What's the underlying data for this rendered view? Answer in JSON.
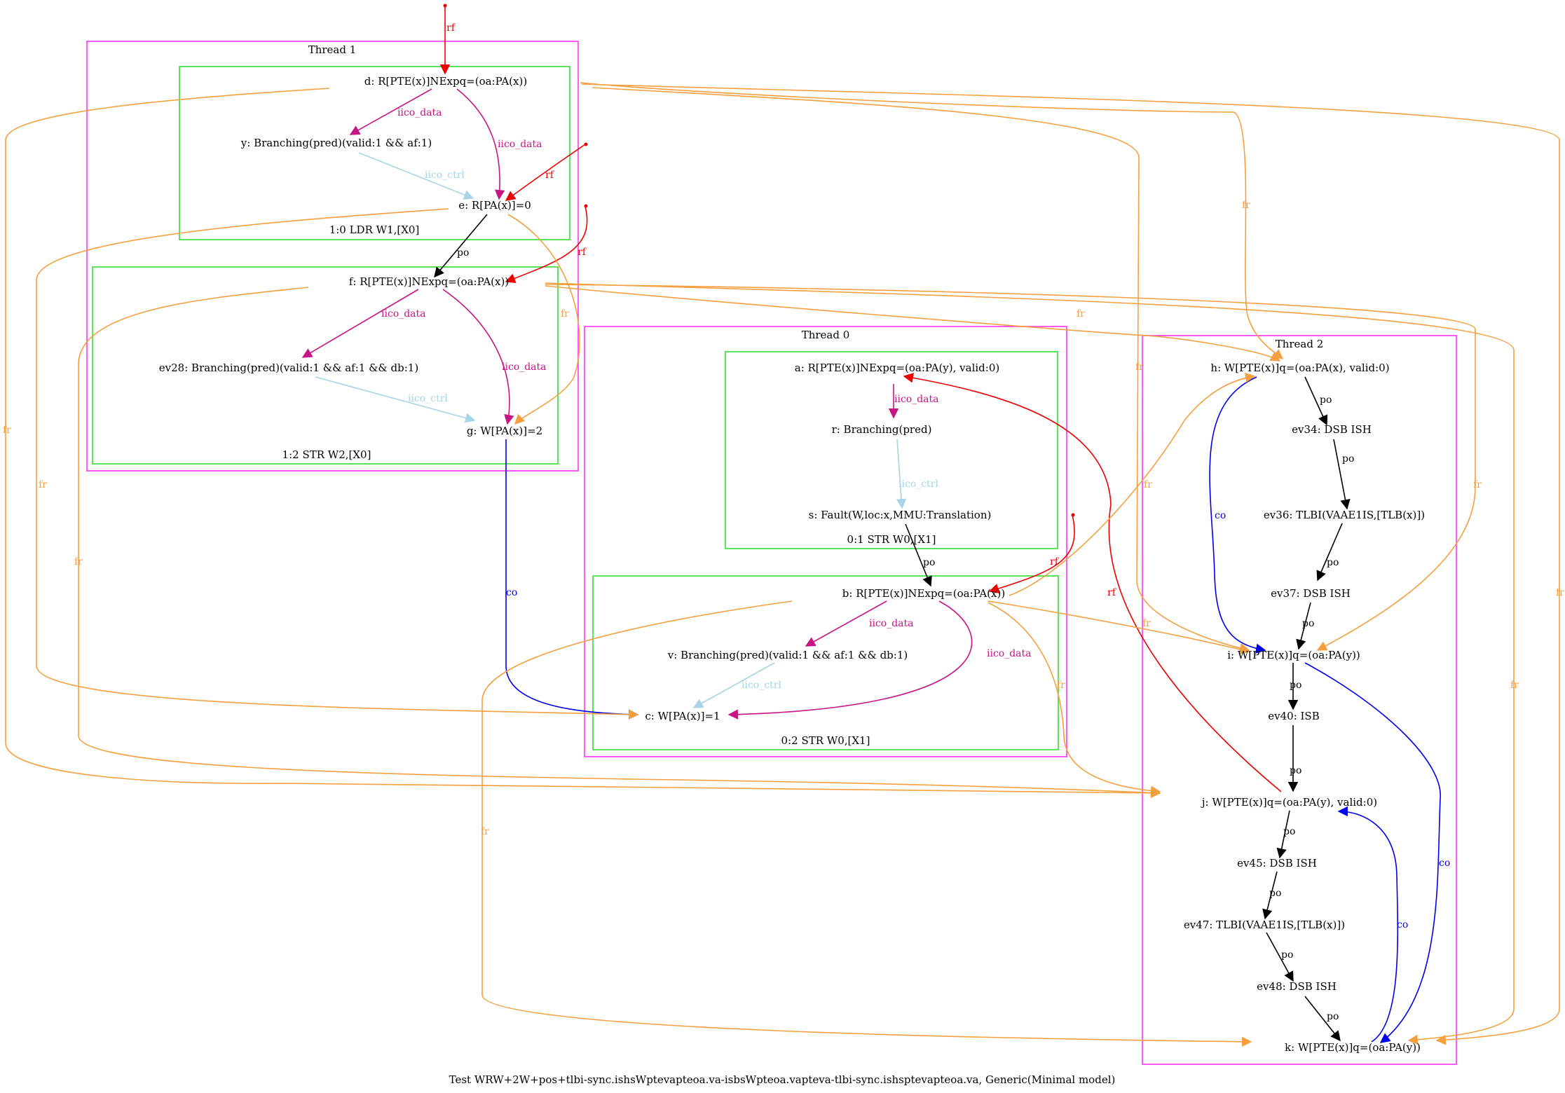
{
  "colors": {
    "thread_box": "#ff33ff",
    "instr_box": "#33dd33",
    "po": "#000000",
    "rf": "#ee0000",
    "fr": "#f4a040",
    "co": "#0000ee",
    "iico_data": "#c71585",
    "iico_ctrl": "#a8d4e6"
  },
  "threads": [
    {
      "label": "Thread 1"
    },
    {
      "label": "Thread 0"
    },
    {
      "label": "Thread 2"
    }
  ],
  "instructions": [
    {
      "label": "1:0 LDR W1,[X0]"
    },
    {
      "label": "1:2 STR W2,[X0]"
    },
    {
      "label": "0:1 STR W0,[X1]"
    },
    {
      "label": "0:2 STR W0,[X1]"
    }
  ],
  "nodes": {
    "d": "d: R[PTE(x)]NExpq=(oa:PA(x))",
    "y": "y: Branching(pred)(valid:1 && af:1)",
    "e": "e: R[PA(x)]=0",
    "f": "f: R[PTE(x)]NExpq=(oa:PA(x))",
    "ev28": "ev28: Branching(pred)(valid:1 && af:1 && db:1)",
    "g": "g: W[PA(x)]=2",
    "a": "a: R[PTE(x)]NExpq=(oa:PA(y), valid:0)",
    "r": "r: Branching(pred)",
    "s": "s: Fault(W,loc:x,MMU:Translation)",
    "b": "b: R[PTE(x)]NExpq=(oa:PA(x))",
    "v": "v: Branching(pred)(valid:1 && af:1 && db:1)",
    "c": "c: W[PA(x)]=1",
    "h": "h: W[PTE(x)]q=(oa:PA(x), valid:0)",
    "ev34": "ev34: DSB ISH",
    "ev36": "ev36: TLBI(VAAE1IS,[TLB(x)])",
    "ev37": "ev37: DSB ISH",
    "i": "i: W[PTE(x)]q=(oa:PA(y))",
    "ev40": "ev40: ISB",
    "j": "j: W[PTE(x)]q=(oa:PA(y), valid:0)",
    "ev45": "ev45: DSB ISH",
    "ev47": "ev47: TLBI(VAAE1IS,[TLB(x)])",
    "ev48": "ev48: DSB ISH",
    "k": "k: W[PTE(x)]q=(oa:PA(y))"
  },
  "edge_labels": {
    "po": "po",
    "rf": "rf",
    "fr": "fr",
    "co": "co",
    "iico_data": "iico_data",
    "iico_ctrl": "iico_ctrl"
  },
  "caption": "Test WRW+2W+pos+tlbi-sync.ishsWptevapteoa.va-isbsWpteoa.vapteva-tlbi-sync.ishsptevapteoa.va, Generic(Minimal model)"
}
